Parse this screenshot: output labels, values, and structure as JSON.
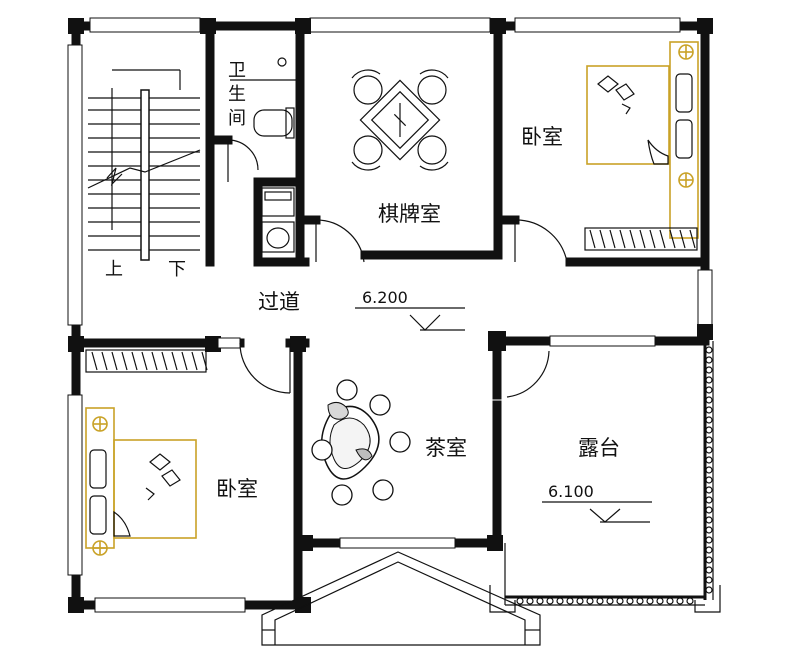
{
  "rooms": {
    "stair_up": "上",
    "stair_down": "下",
    "bathroom": [
      "卫",
      "生",
      "间"
    ],
    "chess_room": "棋牌室",
    "bedroom_ne": "卧室",
    "corridor": "过道",
    "bedroom_sw": "卧室",
    "tea_room": "茶室",
    "terrace": "露台"
  },
  "elevations": {
    "corridor_level": "6.200",
    "terrace_level": "6.100"
  },
  "colors": {
    "wall": "#111111",
    "furniture_accent": "#c9a227"
  }
}
